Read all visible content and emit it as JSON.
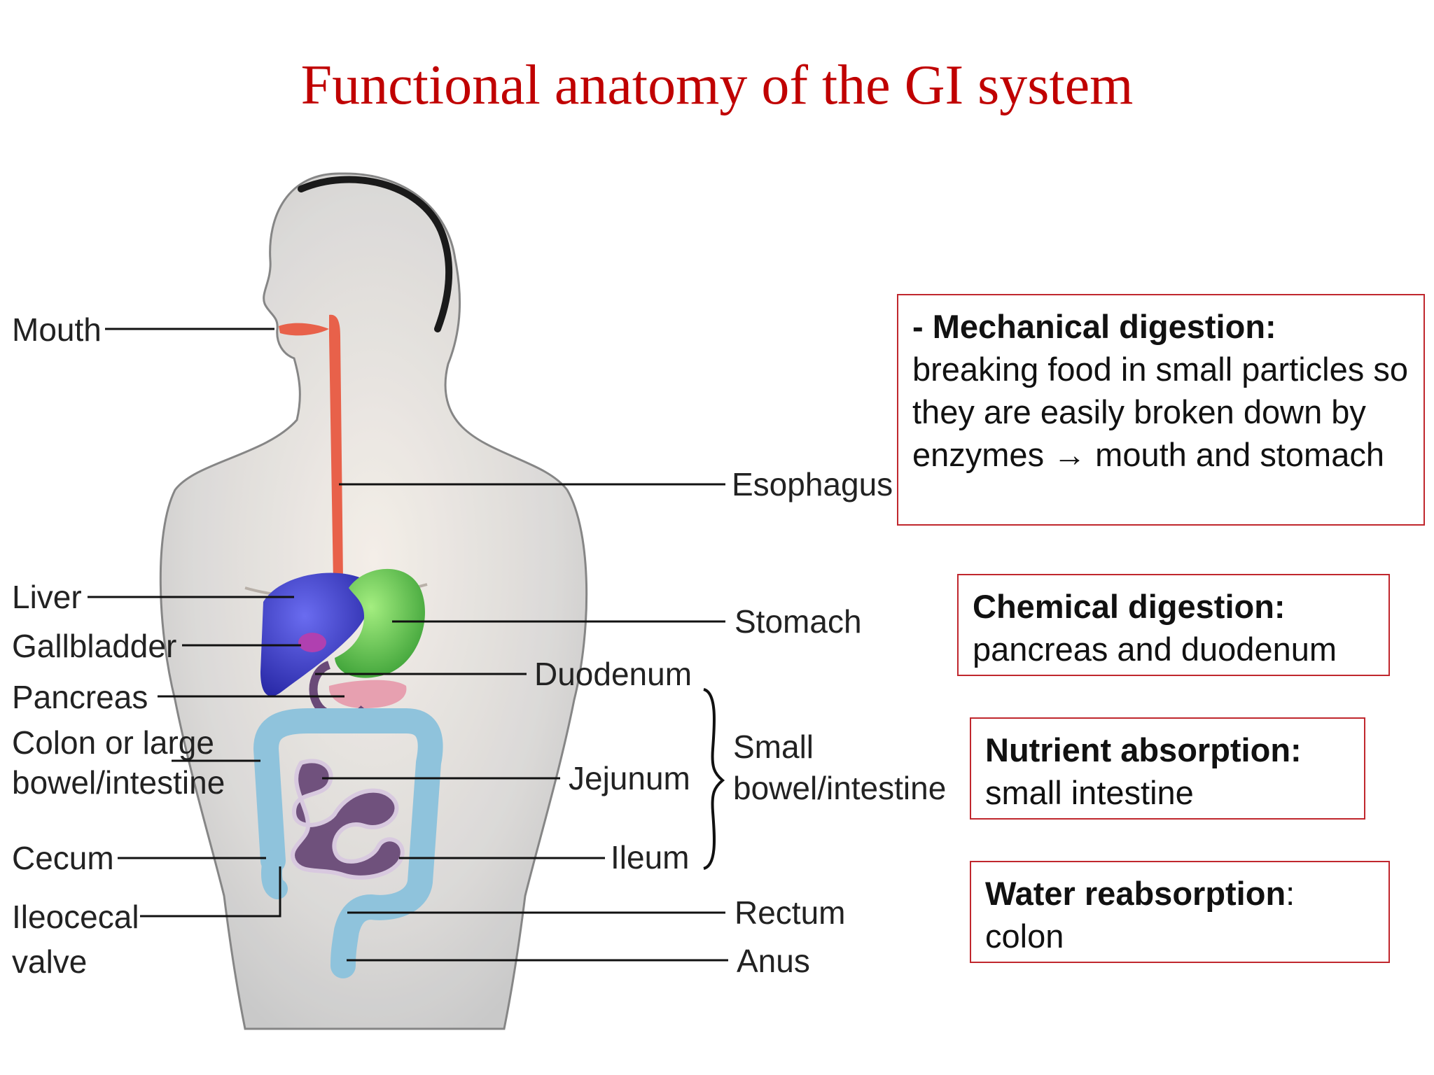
{
  "title": "Functional anatomy of the GI system",
  "labels": {
    "mouth": "Mouth",
    "liver": "Liver",
    "gallbladder": "Gallbladder",
    "pancreas": "Pancreas",
    "colon_line1": "Colon or large",
    "colon_line2": "bowel/intestine",
    "cecum": "Cecum",
    "ileocecal_line1": "Ileocecal",
    "ileocecal_line2": "valve",
    "esophagus": "Esophagus",
    "stomach": "Stomach",
    "duodenum": "Duodenum",
    "jejunum": "Jejunum",
    "ileum": "Ileum",
    "small_line1": "Small",
    "small_line2": "bowel/intestine",
    "rectum": "Rectum",
    "anus": "Anus"
  },
  "boxes": {
    "mechanical": {
      "heading": "- Mechanical digestion:",
      "text": "breaking food in small particles so they are easily broken down by enzymes → mouth and stomach"
    },
    "chemical": {
      "heading": "Chemical digestion:",
      "text": "pancreas and duodenum"
    },
    "absorption": {
      "heading": "Nutrient absorption:",
      "text": "small intestine"
    },
    "water": {
      "heading": "Water reabsorption",
      "suffix": ":",
      "text": "colon"
    }
  },
  "colors": {
    "title": "#c00000",
    "box_border": "#c0272d",
    "esophagus": "#e8614a",
    "liver": "#3a3ad0",
    "stomach": "#5fcf4a",
    "colon": "#8fc3dc",
    "small_intestine": "#6a4a78"
  }
}
